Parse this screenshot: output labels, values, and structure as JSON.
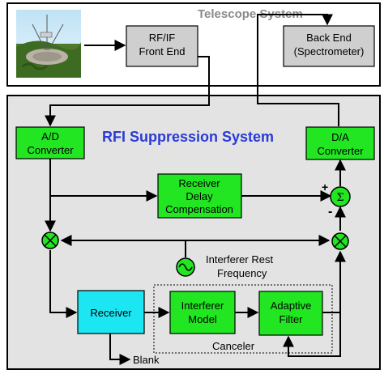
{
  "telescope_system": {
    "title": "Telescope System",
    "front_end": [
      "RF/IF",
      "Front End"
    ],
    "back_end": [
      "Back End",
      "(Spectrometer)"
    ]
  },
  "rfi_system": {
    "title": "RFI Suppression System",
    "adc": [
      "A/D",
      "Converter"
    ],
    "dac": [
      "D/A",
      "Converter"
    ],
    "delay": [
      "Receiver",
      "Delay",
      "Compensation"
    ],
    "sum_symbol": "Σ",
    "plus": "+",
    "minus": "-",
    "oscillator_label": [
      "Interferer Rest",
      "Frequency"
    ],
    "receiver": "Receiver",
    "interferer_model": [
      "Interferer",
      "Model"
    ],
    "adaptive_filter": [
      "Adaptive",
      "Filter"
    ],
    "canceler_label": "Canceler",
    "blank_label": "Blank"
  },
  "colors": {
    "green": "#22e622",
    "cyan": "#1ce6f2",
    "gray_box": "#cfcfcf",
    "panel": "#e3e3e3"
  },
  "icons": [
    "telescope-photo",
    "mixer-icon",
    "oscillator-icon",
    "summing-junction-icon"
  ]
}
